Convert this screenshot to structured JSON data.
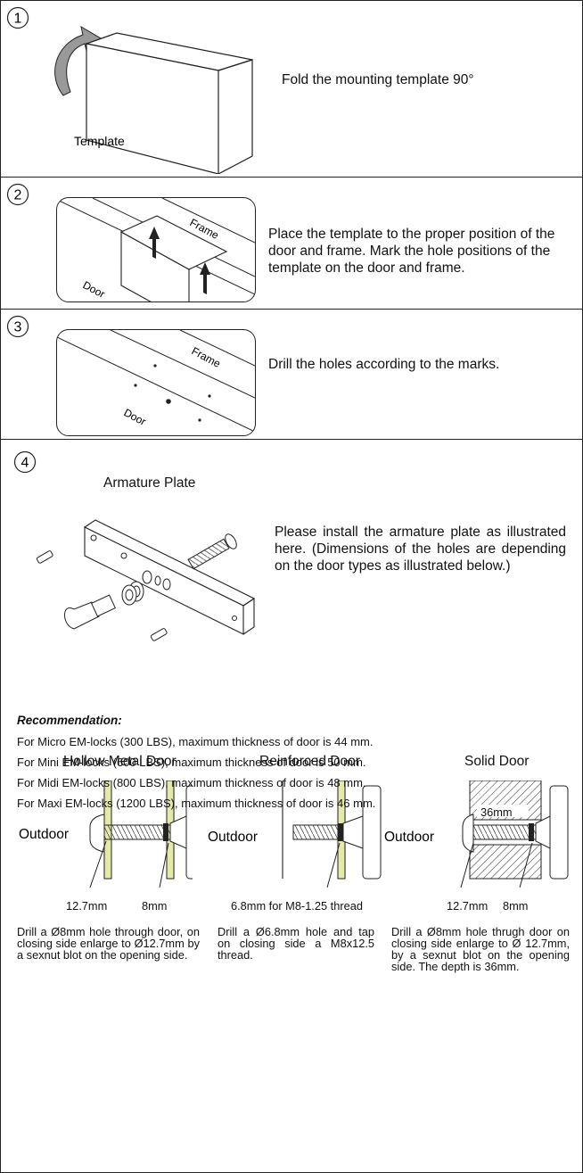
{
  "steps": [
    {
      "number": "1",
      "description": "Fold the mounting template 90°",
      "label": "Template"
    },
    {
      "number": "2",
      "description": "Place the template to the proper position of the door and frame. Mark the hole positions of the template on the door and frame.",
      "labels": [
        "Frame",
        "Door"
      ]
    },
    {
      "number": "3",
      "description": "Drill the holes according to the marks.",
      "labels": [
        "Frame",
        "Door"
      ]
    },
    {
      "number": "4",
      "title": "Armature Plate",
      "description": "Please install the armature plate as illustrated here. (Dimensions of the holes are depending on the door types as illustrated below.)"
    }
  ],
  "doors": [
    {
      "title": "Hollow Metal Door",
      "side_label": "Outdoor",
      "dims": [
        "12.7mm",
        "8mm"
      ],
      "text": "Drill a Ø8mm hole through door, on closing side enlarge to Ø12.7mm by a sexnut blot on the opening side."
    },
    {
      "title": "Reinforced Door",
      "side_label": "Outdoor",
      "dims": [
        "6.8mm for M8-1.25 thread"
      ],
      "text": "Drill a Ø6.8mm hole and tap on closing side a M8x12.5 thread."
    },
    {
      "title": "Solid Door",
      "side_label": "Outdoor",
      "dims": [
        "36mm",
        "12.7mm",
        "8mm"
      ],
      "text": "Drill a Ø8mm hole thrugh door on closing side enlarge to Ø 12.7mm, by a sexnut blot on the opening side. The depth is 36mm."
    }
  ],
  "recommendation": {
    "title": "Recommendation:",
    "lines": [
      "For Micro EM-locks (300 LBS), maximum thickness of door is 44 mm.",
      "For Mini EM-locks (600 LBS), maximum thickness of door is 50 mm.",
      "For Midi EM-locks (800 LBS), maximum thickness of door is 48 mm.",
      "For Maxi EM-locks (1200 LBS), maximum thickness of door is 46 mm."
    ]
  },
  "colors": {
    "wall_fill": "#e4e8a8",
    "line": "#222222"
  }
}
